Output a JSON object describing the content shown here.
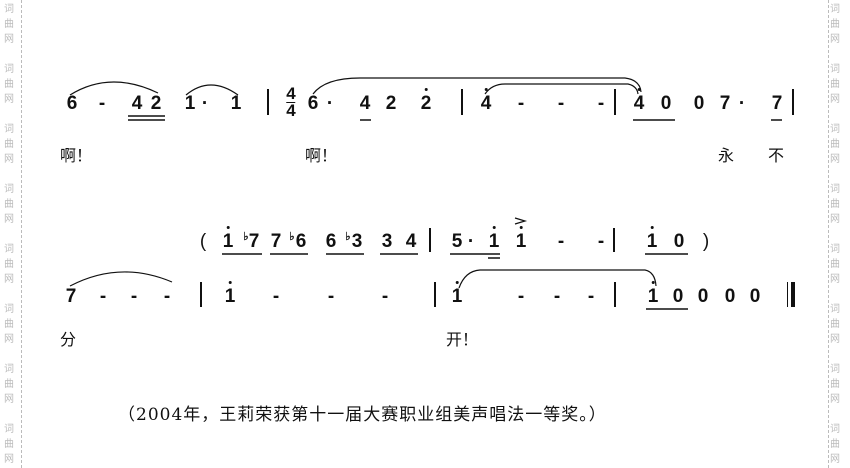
{
  "watermark": "词曲网",
  "line1": {
    "notes": [
      "6",
      "-",
      "4",
      "2",
      "1",
      "·",
      "1",
      "6",
      "·",
      "4",
      "2",
      "2",
      "4",
      "-",
      "-",
      "-",
      "4",
      "0",
      "0",
      "7",
      "·",
      "7"
    ],
    "time_sig": {
      "top": "4",
      "bottom": "4"
    },
    "lyrics": [
      "啊！",
      "啊！",
      "永",
      "不"
    ]
  },
  "line2": {
    "open": "(",
    "close": ")",
    "flats": [
      "♭",
      "♭",
      "♭"
    ],
    "notes": [
      "1",
      "7",
      "7",
      "6",
      "6",
      "3",
      "3",
      "4",
      "5",
      "·",
      "1",
      "1",
      "-",
      "-",
      "1",
      "0"
    ],
    "accent": ">"
  },
  "line3": {
    "notes": [
      "7",
      "-",
      "-",
      "-",
      "1",
      "-",
      "-",
      "-",
      "1",
      "-",
      "-",
      "-",
      "1",
      "0",
      "0",
      "0",
      "0"
    ],
    "lyrics": [
      "分",
      "开！"
    ]
  },
  "footnote": "（2004年，王莉荣获第十一届大赛职业组美声唱法一等奖。）"
}
